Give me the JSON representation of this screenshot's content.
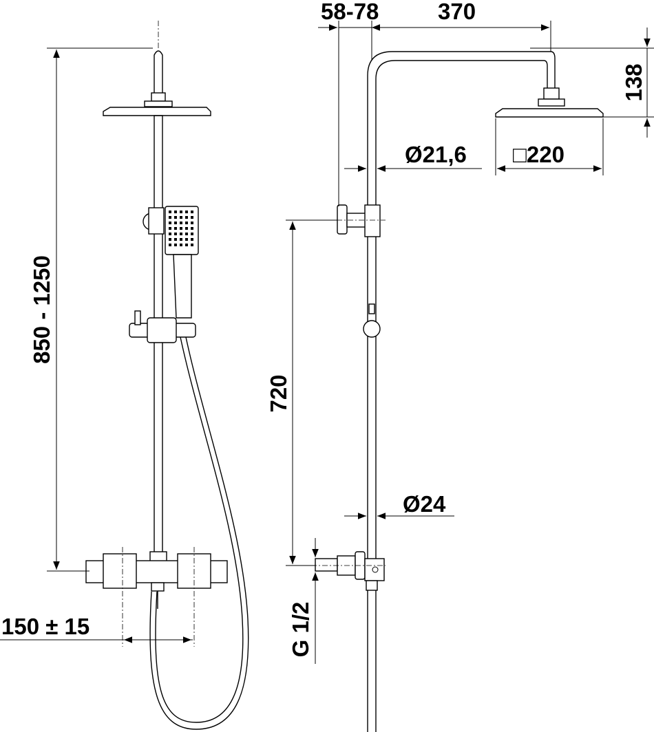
{
  "title": "Shower system dimension drawing",
  "dimensions": {
    "height_range": "850 - 1250",
    "inlet_spacing": "150 ± 15",
    "wall_offset": "58-78",
    "arm_length": "370",
    "head_drop": "138",
    "pipe_diameter_upper": "Ø21,6",
    "head_size": "□220",
    "valve_height": "720",
    "pipe_diameter_lower": "Ø24",
    "thread": "G 1/2"
  }
}
